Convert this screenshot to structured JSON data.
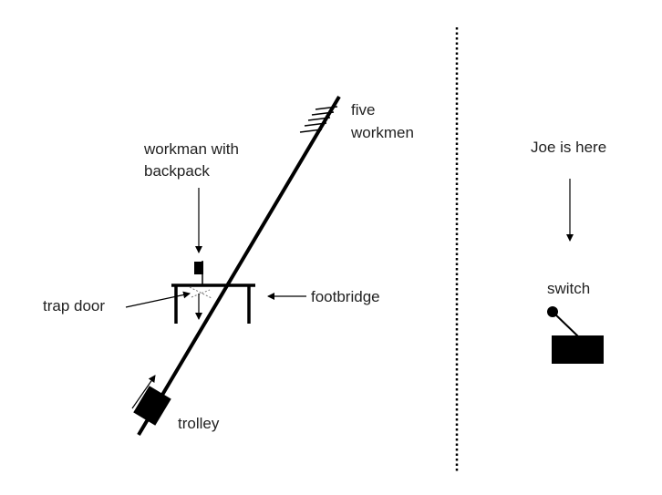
{
  "labels": {
    "five_workmen": [
      "five",
      "workmen"
    ],
    "workman_with_backpack": [
      "workman with",
      "backpack"
    ],
    "trap_door": "trap door",
    "footbridge": "footbridge",
    "trolley": "trolley",
    "joe_is_here": "Joe is here",
    "switch": "switch"
  },
  "colors": {
    "ink": "#000000",
    "text": "#222222",
    "background": "#ffffff"
  }
}
